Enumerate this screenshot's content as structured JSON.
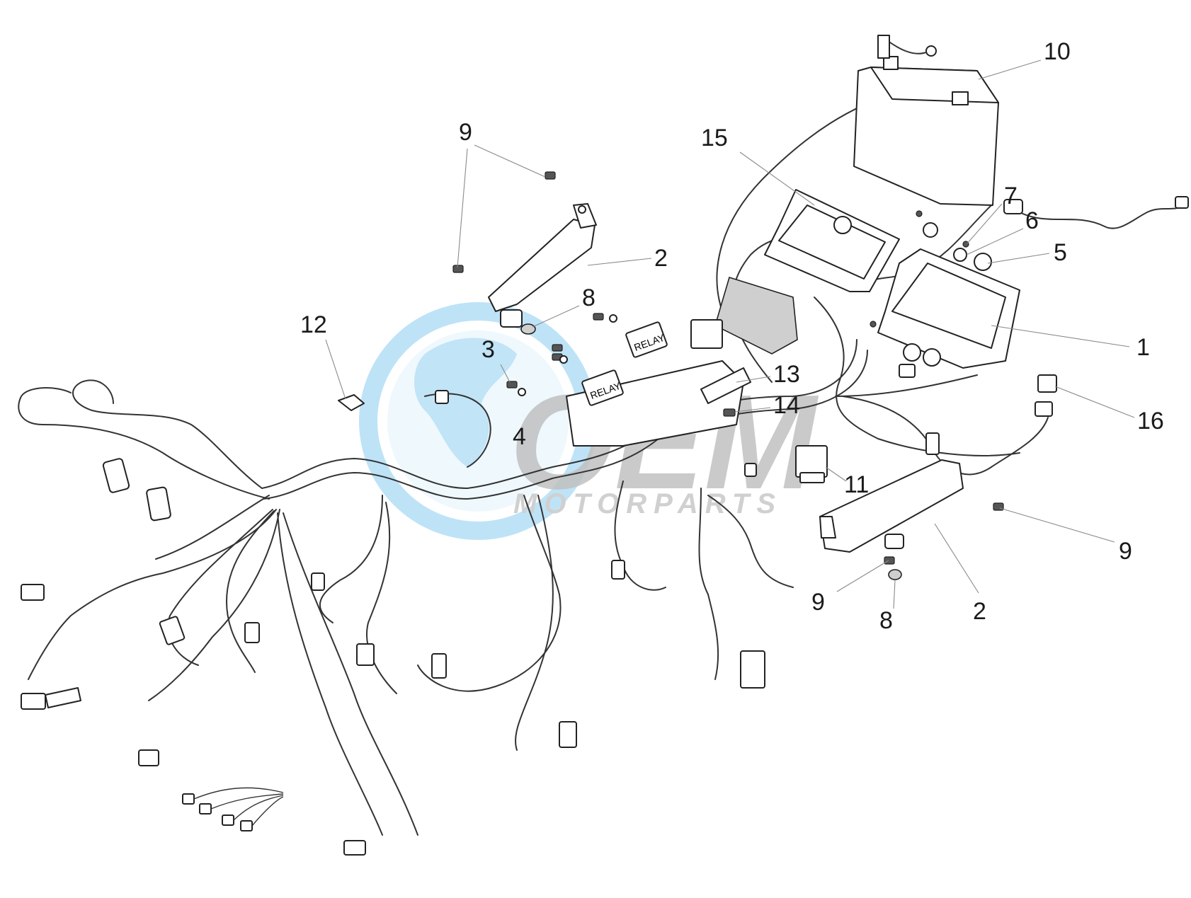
{
  "diagram": {
    "callouts": [
      "1",
      "2",
      "2",
      "3",
      "4",
      "5",
      "6",
      "7",
      "8",
      "8",
      "9",
      "9",
      "9",
      "9",
      "10",
      "11",
      "12",
      "13",
      "14",
      "15",
      "16"
    ],
    "relay_label": "RELAY"
  },
  "watermark": {
    "brand": "OEM",
    "sub": "MOTORPARTS"
  },
  "colors": {
    "line": "#333333",
    "leader": "#8a8a8a",
    "watermark_blue": "#56b7e8",
    "watermark_grey": "#8c8c8c"
  }
}
